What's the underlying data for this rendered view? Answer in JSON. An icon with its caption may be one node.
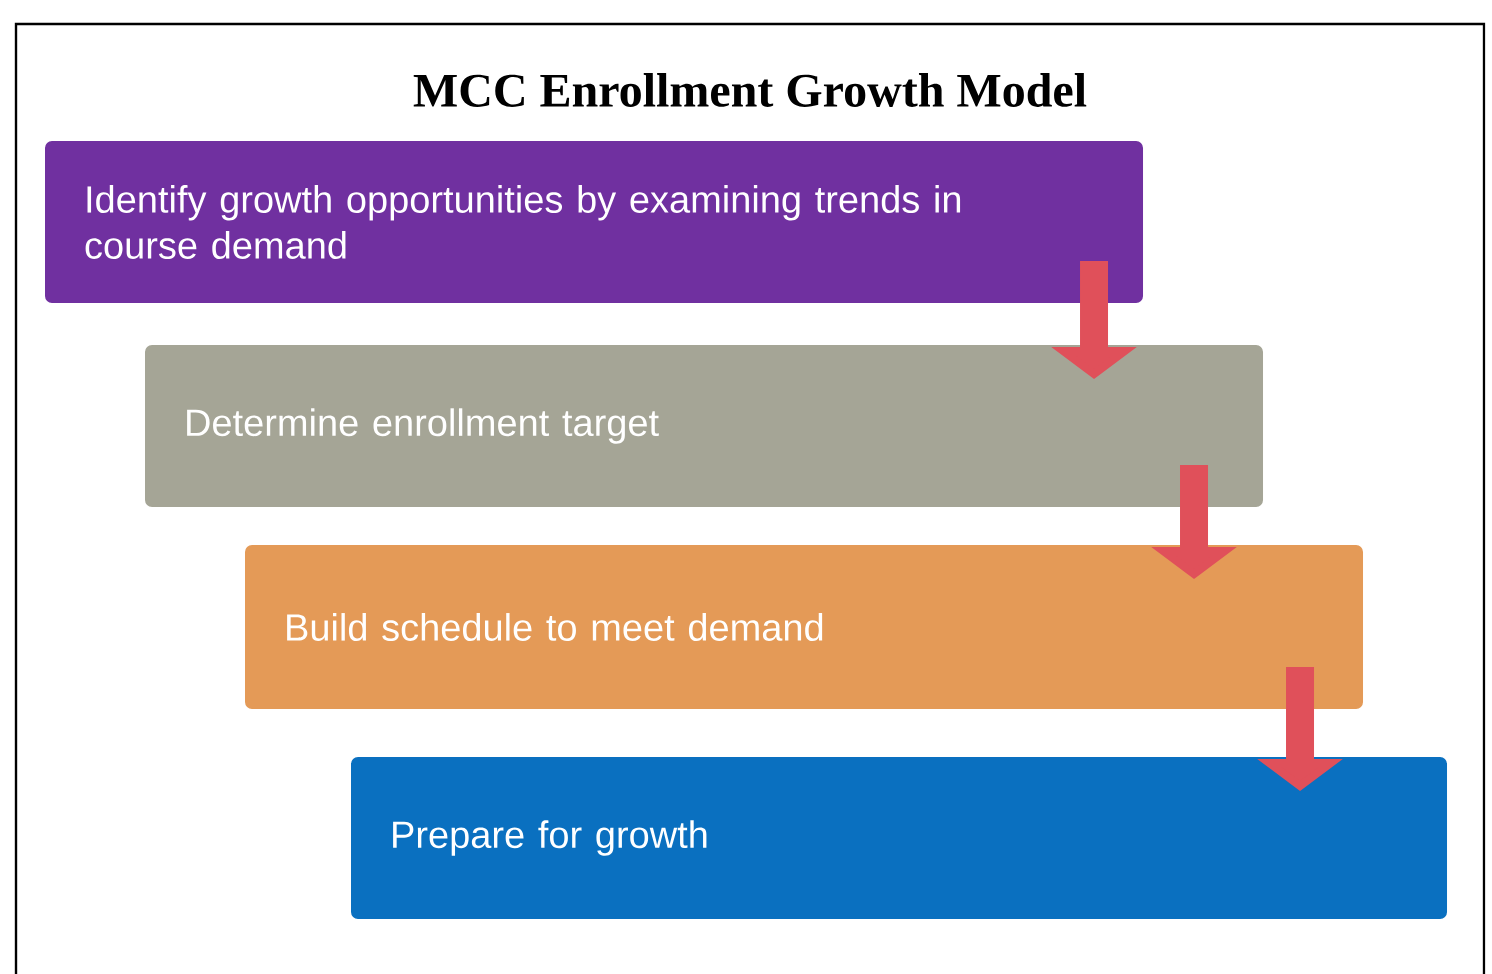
{
  "diagram": {
    "title": "MCC Enrollment Growth Model",
    "nodes": [
      {
        "text": [
          "Identify growth opportunities by examining  trends in course demand"
        ]
      },
      {
        "text": [
          "Determine enrollment target"
        ]
      },
      {
        "text": [
          "Build schedule to meet demand"
        ]
      },
      {
        "text": [
          "Prepare for growth"
        ]
      }
    ],
    "edges": [
      {
        "from": 0,
        "to": 1,
        "arrow": "to"
      },
      {
        "from": 1,
        "to": 2,
        "arrow": "to"
      },
      {
        "from": 2,
        "to": 3,
        "arrow": "to"
      }
    ]
  }
}
